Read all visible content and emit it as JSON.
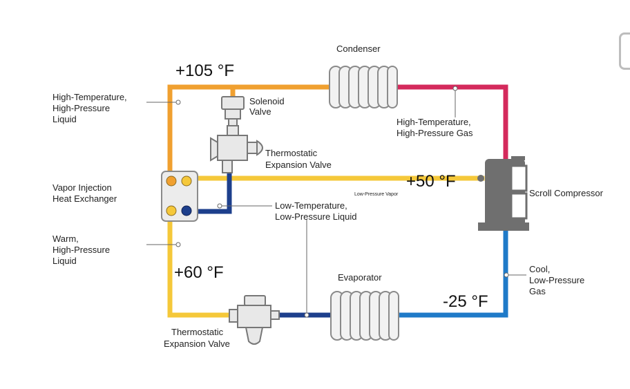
{
  "colors": {
    "hot_liquid": "#f0a030",
    "hot_gas": "#d42a5c",
    "warm_liquid": "#f5c83a",
    "cold_liquid": "#1d3f8c",
    "cool_gas": "#1f7ac8",
    "component_gray": "#8a8a8a",
    "compressor_gray": "#6f6f6f"
  },
  "temperatures": {
    "top": "+105 °F",
    "middle": "+50 °F",
    "lower_left": "+60 °F",
    "lower_right": "-25 °F"
  },
  "components": {
    "condenser": "Condenser",
    "evaporator": "Evaporator",
    "solenoid_valve": [
      "Solenoid",
      "Valve"
    ],
    "thermostatic_valve_top": [
      "Thermostatic",
      "Expansion Valve"
    ],
    "thermostatic_valve_bottom": [
      "Thermostatic",
      "Expansion Valve"
    ],
    "scroll_compressor": "Scroll Compressor",
    "heat_exchanger": [
      "Vapor Injection",
      "Heat Exchanger"
    ]
  },
  "states": {
    "ht_hp_liquid": [
      "High-Temperature,",
      "High-Pressure",
      "Liquid"
    ],
    "ht_hp_gas": [
      "High-Temperature,",
      "High-Pressure Gas"
    ],
    "lt_lp_liquid": [
      "Low-Temperature,",
      "Low-Pressure Liquid"
    ],
    "warm_hp_liquid": [
      "Warm,",
      "High-Pressure",
      "Liquid"
    ],
    "cool_lp_gas": [
      "Cool,",
      "Low-Pressure",
      "Gas"
    ],
    "low_pressure_vapor": "Low-Pressure Vapor"
  }
}
